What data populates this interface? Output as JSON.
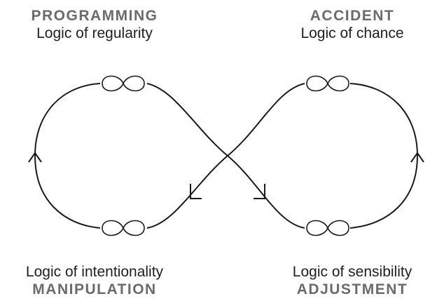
{
  "nodes": {
    "top_left": {
      "heading": "PROGRAMMING",
      "subtitle": "Logic of regularity"
    },
    "top_right": {
      "heading": "ACCIDENT",
      "subtitle": "Logic of chance"
    },
    "bottom_left": {
      "heading": "MANIPULATION",
      "subtitle": "Logic of intentionality"
    },
    "bottom_right": {
      "heading": "ADJUSTMENT",
      "subtitle": "Logic of sensibility"
    }
  },
  "icons": {
    "node_symbol": "infinity-icon",
    "flow_arrow": "arrowhead-icon"
  },
  "colors": {
    "line": "#1a1a1a",
    "heading": "#6b6b6b",
    "subtitle": "#1f1f1f"
  }
}
